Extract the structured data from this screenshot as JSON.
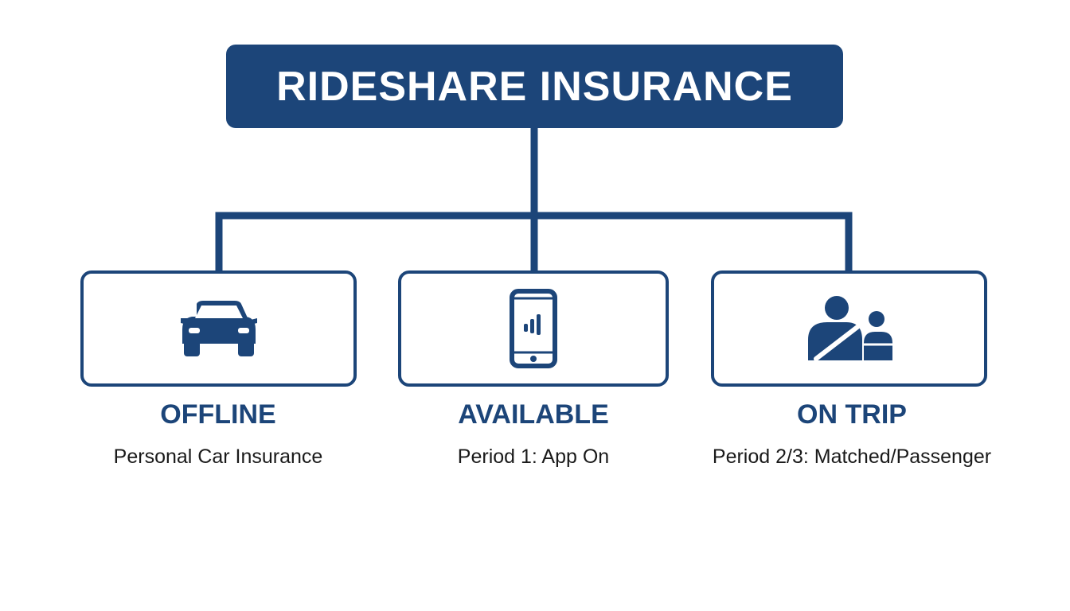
{
  "title": "RIDESHARE INSURANCE",
  "colors": {
    "primary": "#1c4579",
    "background": "#ffffff",
    "text": "#1a1a1a"
  },
  "states": [
    {
      "label": "OFFLINE",
      "description": "Personal Car Insurance",
      "icon": "car-icon"
    },
    {
      "label": "AVAILABLE",
      "description": "Period 1: App On",
      "icon": "smartphone-icon"
    },
    {
      "label": "ON TRIP",
      "description": "Period 2/3: Matched/Passenger",
      "icon": "passenger-seatbelt-icon"
    }
  ]
}
